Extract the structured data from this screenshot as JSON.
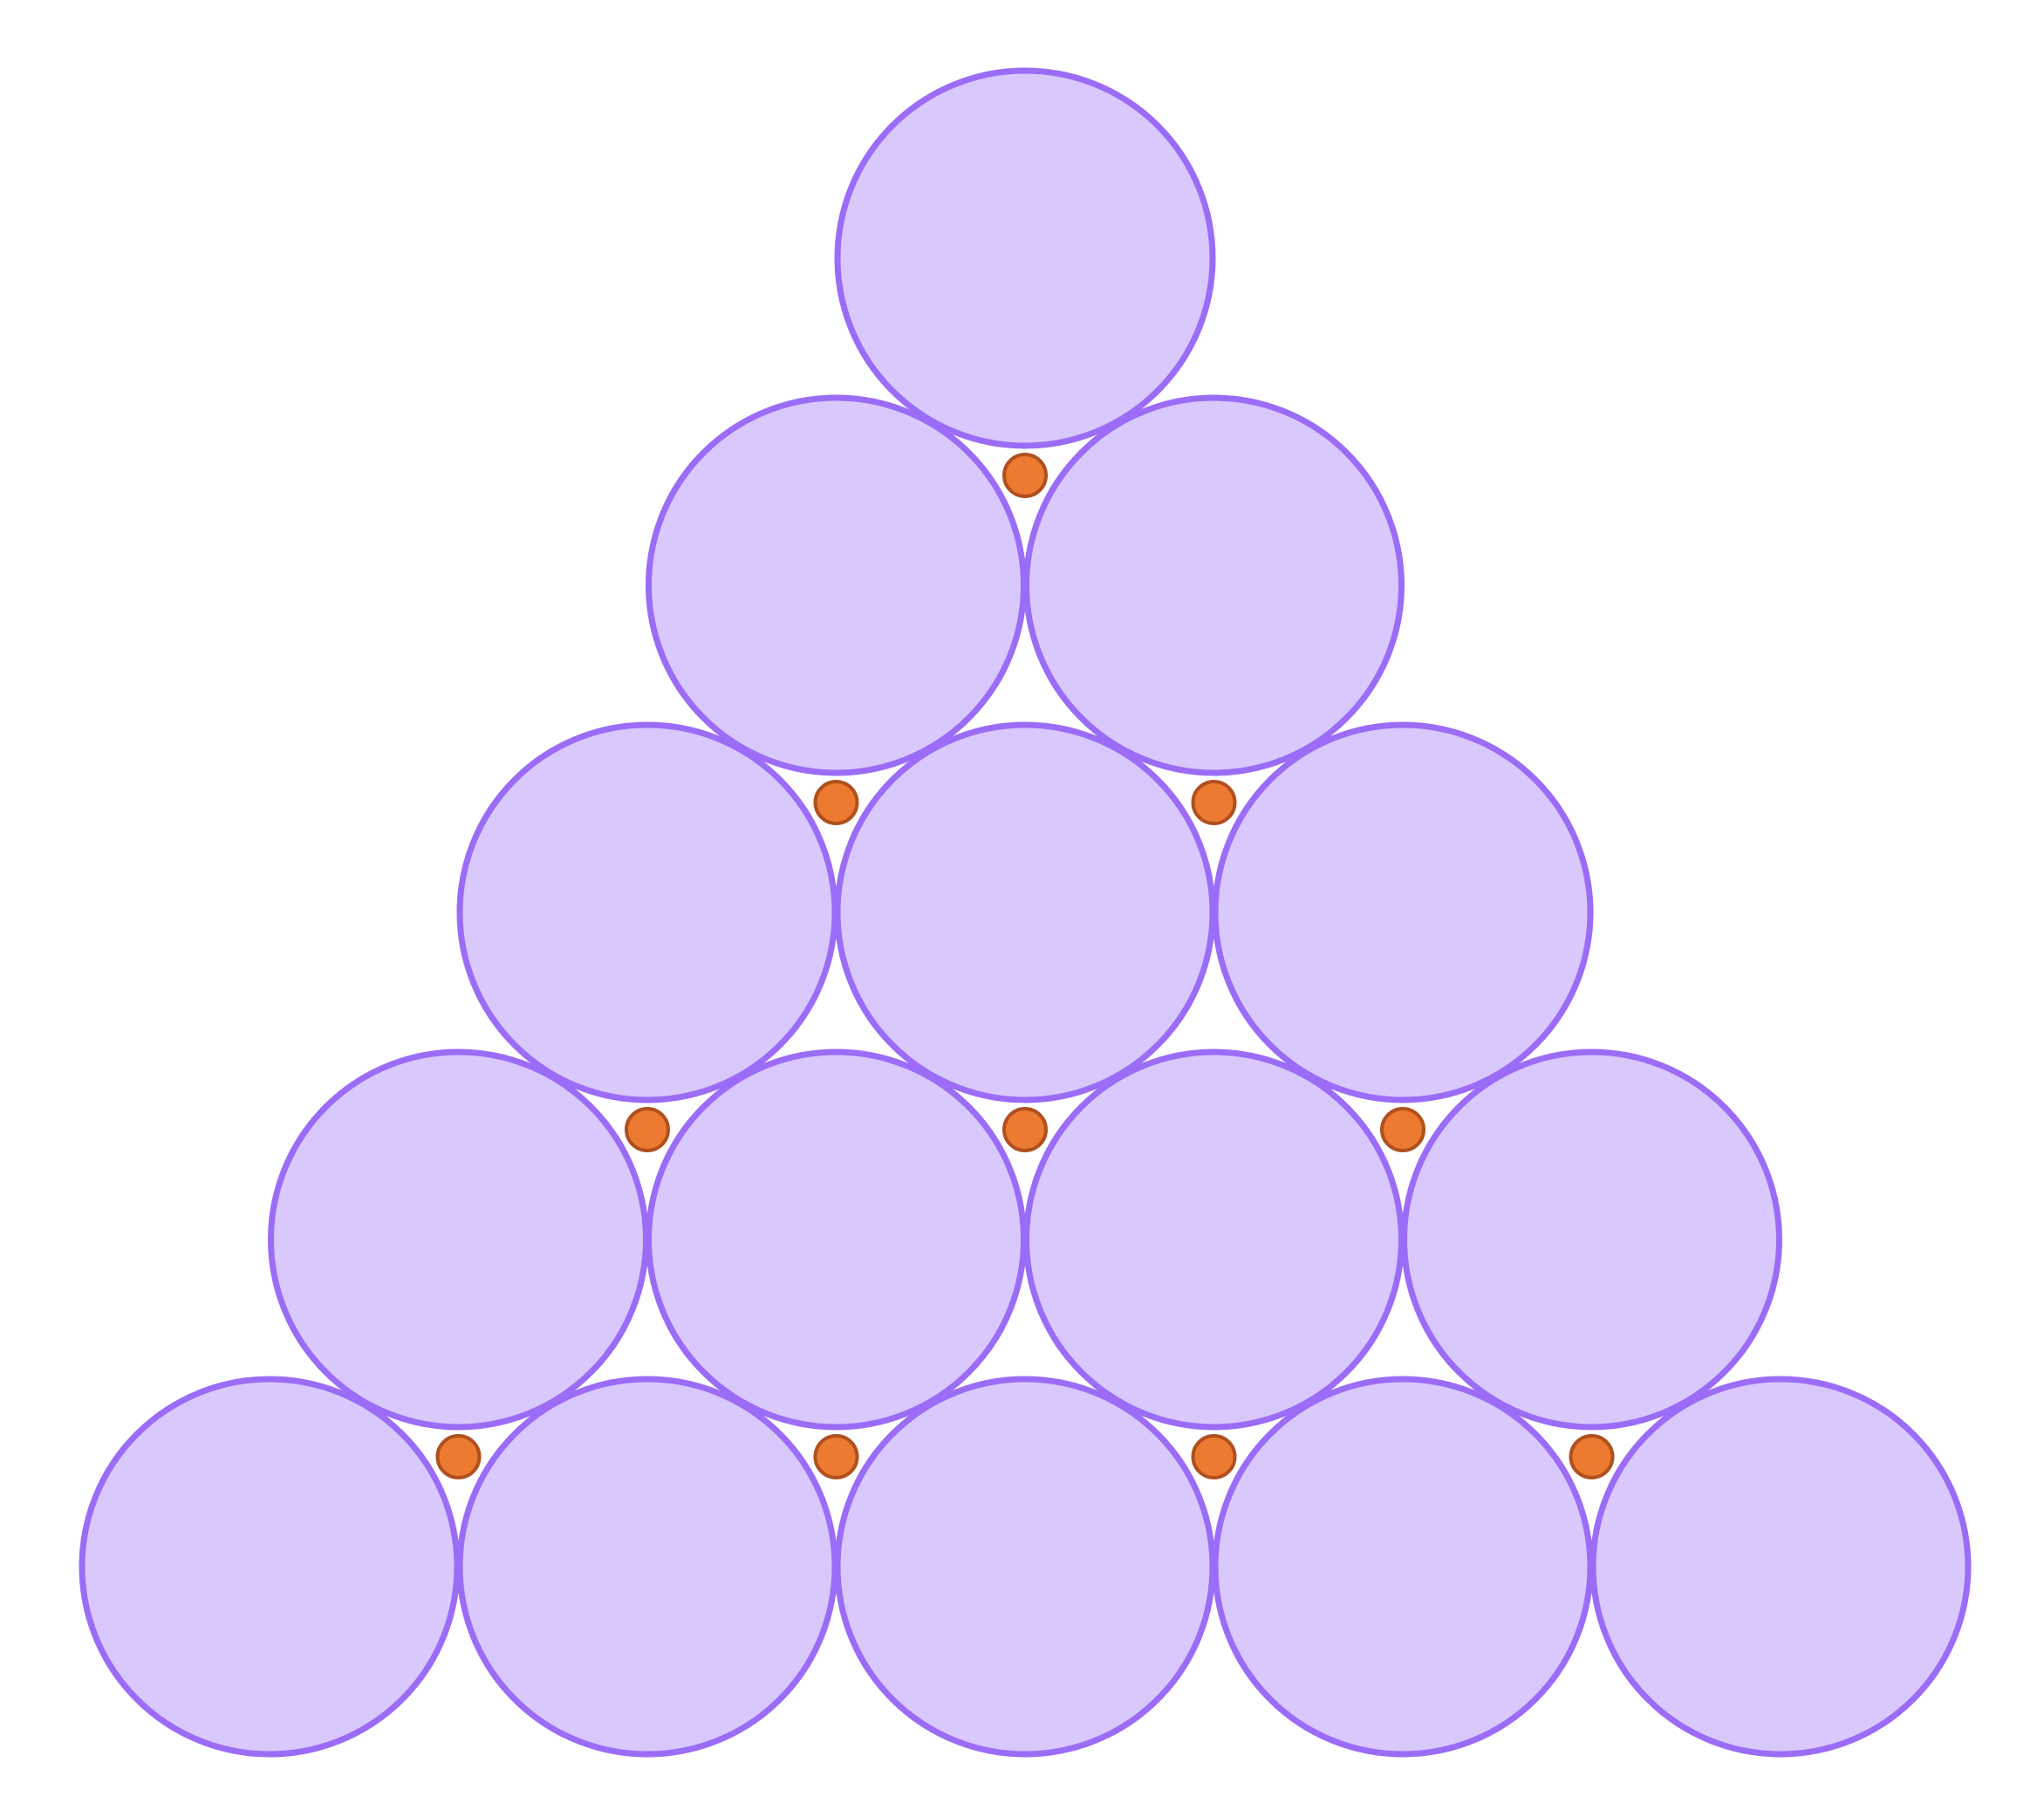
{
  "colors": {
    "background": "#ffffff",
    "large_circle_fill": "#d9c8fc",
    "large_circle_stroke": "#9b6cf6",
    "small_circle_fill": "#ec7a30",
    "small_circle_stroke": "#b0501e"
  },
  "large_circles": {
    "rows": [
      1,
      2,
      3,
      4,
      5
    ],
    "total": 15
  },
  "small_circles": {
    "rows": [
      1,
      2,
      3,
      4
    ],
    "total": 10
  }
}
